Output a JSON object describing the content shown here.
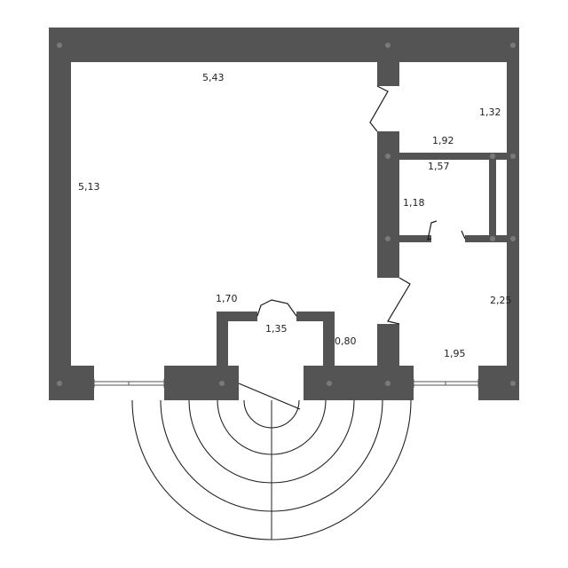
{
  "floor_plan": {
    "wall_color": "#545454",
    "joint_color": "#7a7a7a",
    "dimensions": [
      {
        "id": "main-room-width",
        "label": "5,43"
      },
      {
        "id": "main-room-height",
        "label": "5,13"
      },
      {
        "id": "top-right-room",
        "label": "1,32"
      },
      {
        "id": "corridor-width",
        "label": "1,92"
      },
      {
        "id": "bath-width",
        "label": "1,57"
      },
      {
        "id": "bath-height",
        "label": "1,18"
      },
      {
        "id": "right-room-height",
        "label": "2,25"
      },
      {
        "id": "right-room-width",
        "label": "1,95"
      },
      {
        "id": "vestibule-side",
        "label": "1,70"
      },
      {
        "id": "vestibule-width",
        "label": "1,35"
      },
      {
        "id": "vestibule-depth",
        "label": "0,80"
      }
    ]
  }
}
